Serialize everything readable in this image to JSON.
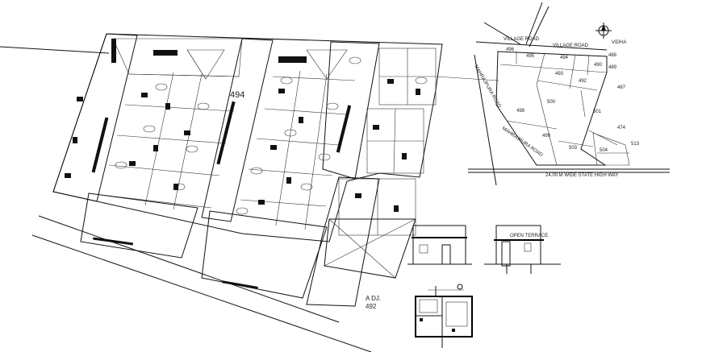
{
  "site_plan": {
    "main_plot_label": "494",
    "adjacent_label_line1": "A DJ.",
    "adjacent_label_line2": "492"
  },
  "key_plan": {
    "road_top": "VILLAGE ROAD",
    "road_top_right": "VILLAGE ROAD",
    "road_left_upper": "MAHRAJPURA ROAD",
    "road_left_lower": "MAHRAJPURA ROAD",
    "highway_label": "24.00 M WIDE STATE HIGH WAY",
    "north_label": "VIDHA",
    "plots": [
      "496",
      "495",
      "494",
      "490",
      "493",
      "492",
      "500",
      "498",
      "499",
      "503",
      "504"
    ],
    "side_numbers": [
      "488",
      "489",
      "487",
      "501",
      "474",
      "513"
    ]
  },
  "elevation": {
    "title": "OPEN TERRACE"
  }
}
